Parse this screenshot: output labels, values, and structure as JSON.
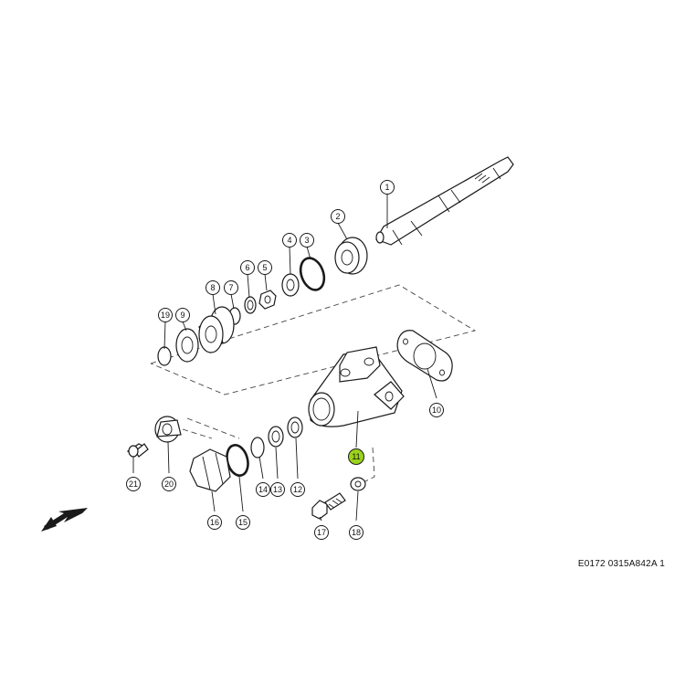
{
  "diagram": {
    "reference_code": "E0172 0315A842A 1",
    "highlight_color": "#9bd31c",
    "callouts": [
      {
        "label": "1",
        "highlighted": false
      },
      {
        "label": "2",
        "highlighted": false
      },
      {
        "label": "3",
        "highlighted": false
      },
      {
        "label": "4",
        "highlighted": false
      },
      {
        "label": "5",
        "highlighted": false
      },
      {
        "label": "6",
        "highlighted": false
      },
      {
        "label": "7",
        "highlighted": false
      },
      {
        "label": "8",
        "highlighted": false
      },
      {
        "label": "9",
        "highlighted": false
      },
      {
        "label": "10",
        "highlighted": false
      },
      {
        "label": "11",
        "highlighted": true
      },
      {
        "label": "12",
        "highlighted": false
      },
      {
        "label": "13",
        "highlighted": false
      },
      {
        "label": "14",
        "highlighted": false
      },
      {
        "label": "15",
        "highlighted": false
      },
      {
        "label": "16",
        "highlighted": false
      },
      {
        "label": "17",
        "highlighted": false
      },
      {
        "label": "18",
        "highlighted": false
      },
      {
        "label": "19",
        "highlighted": false
      },
      {
        "label": "20",
        "highlighted": false
      },
      {
        "label": "21",
        "highlighted": false
      }
    ],
    "direction_icon": "arrow-down-left-icon"
  }
}
